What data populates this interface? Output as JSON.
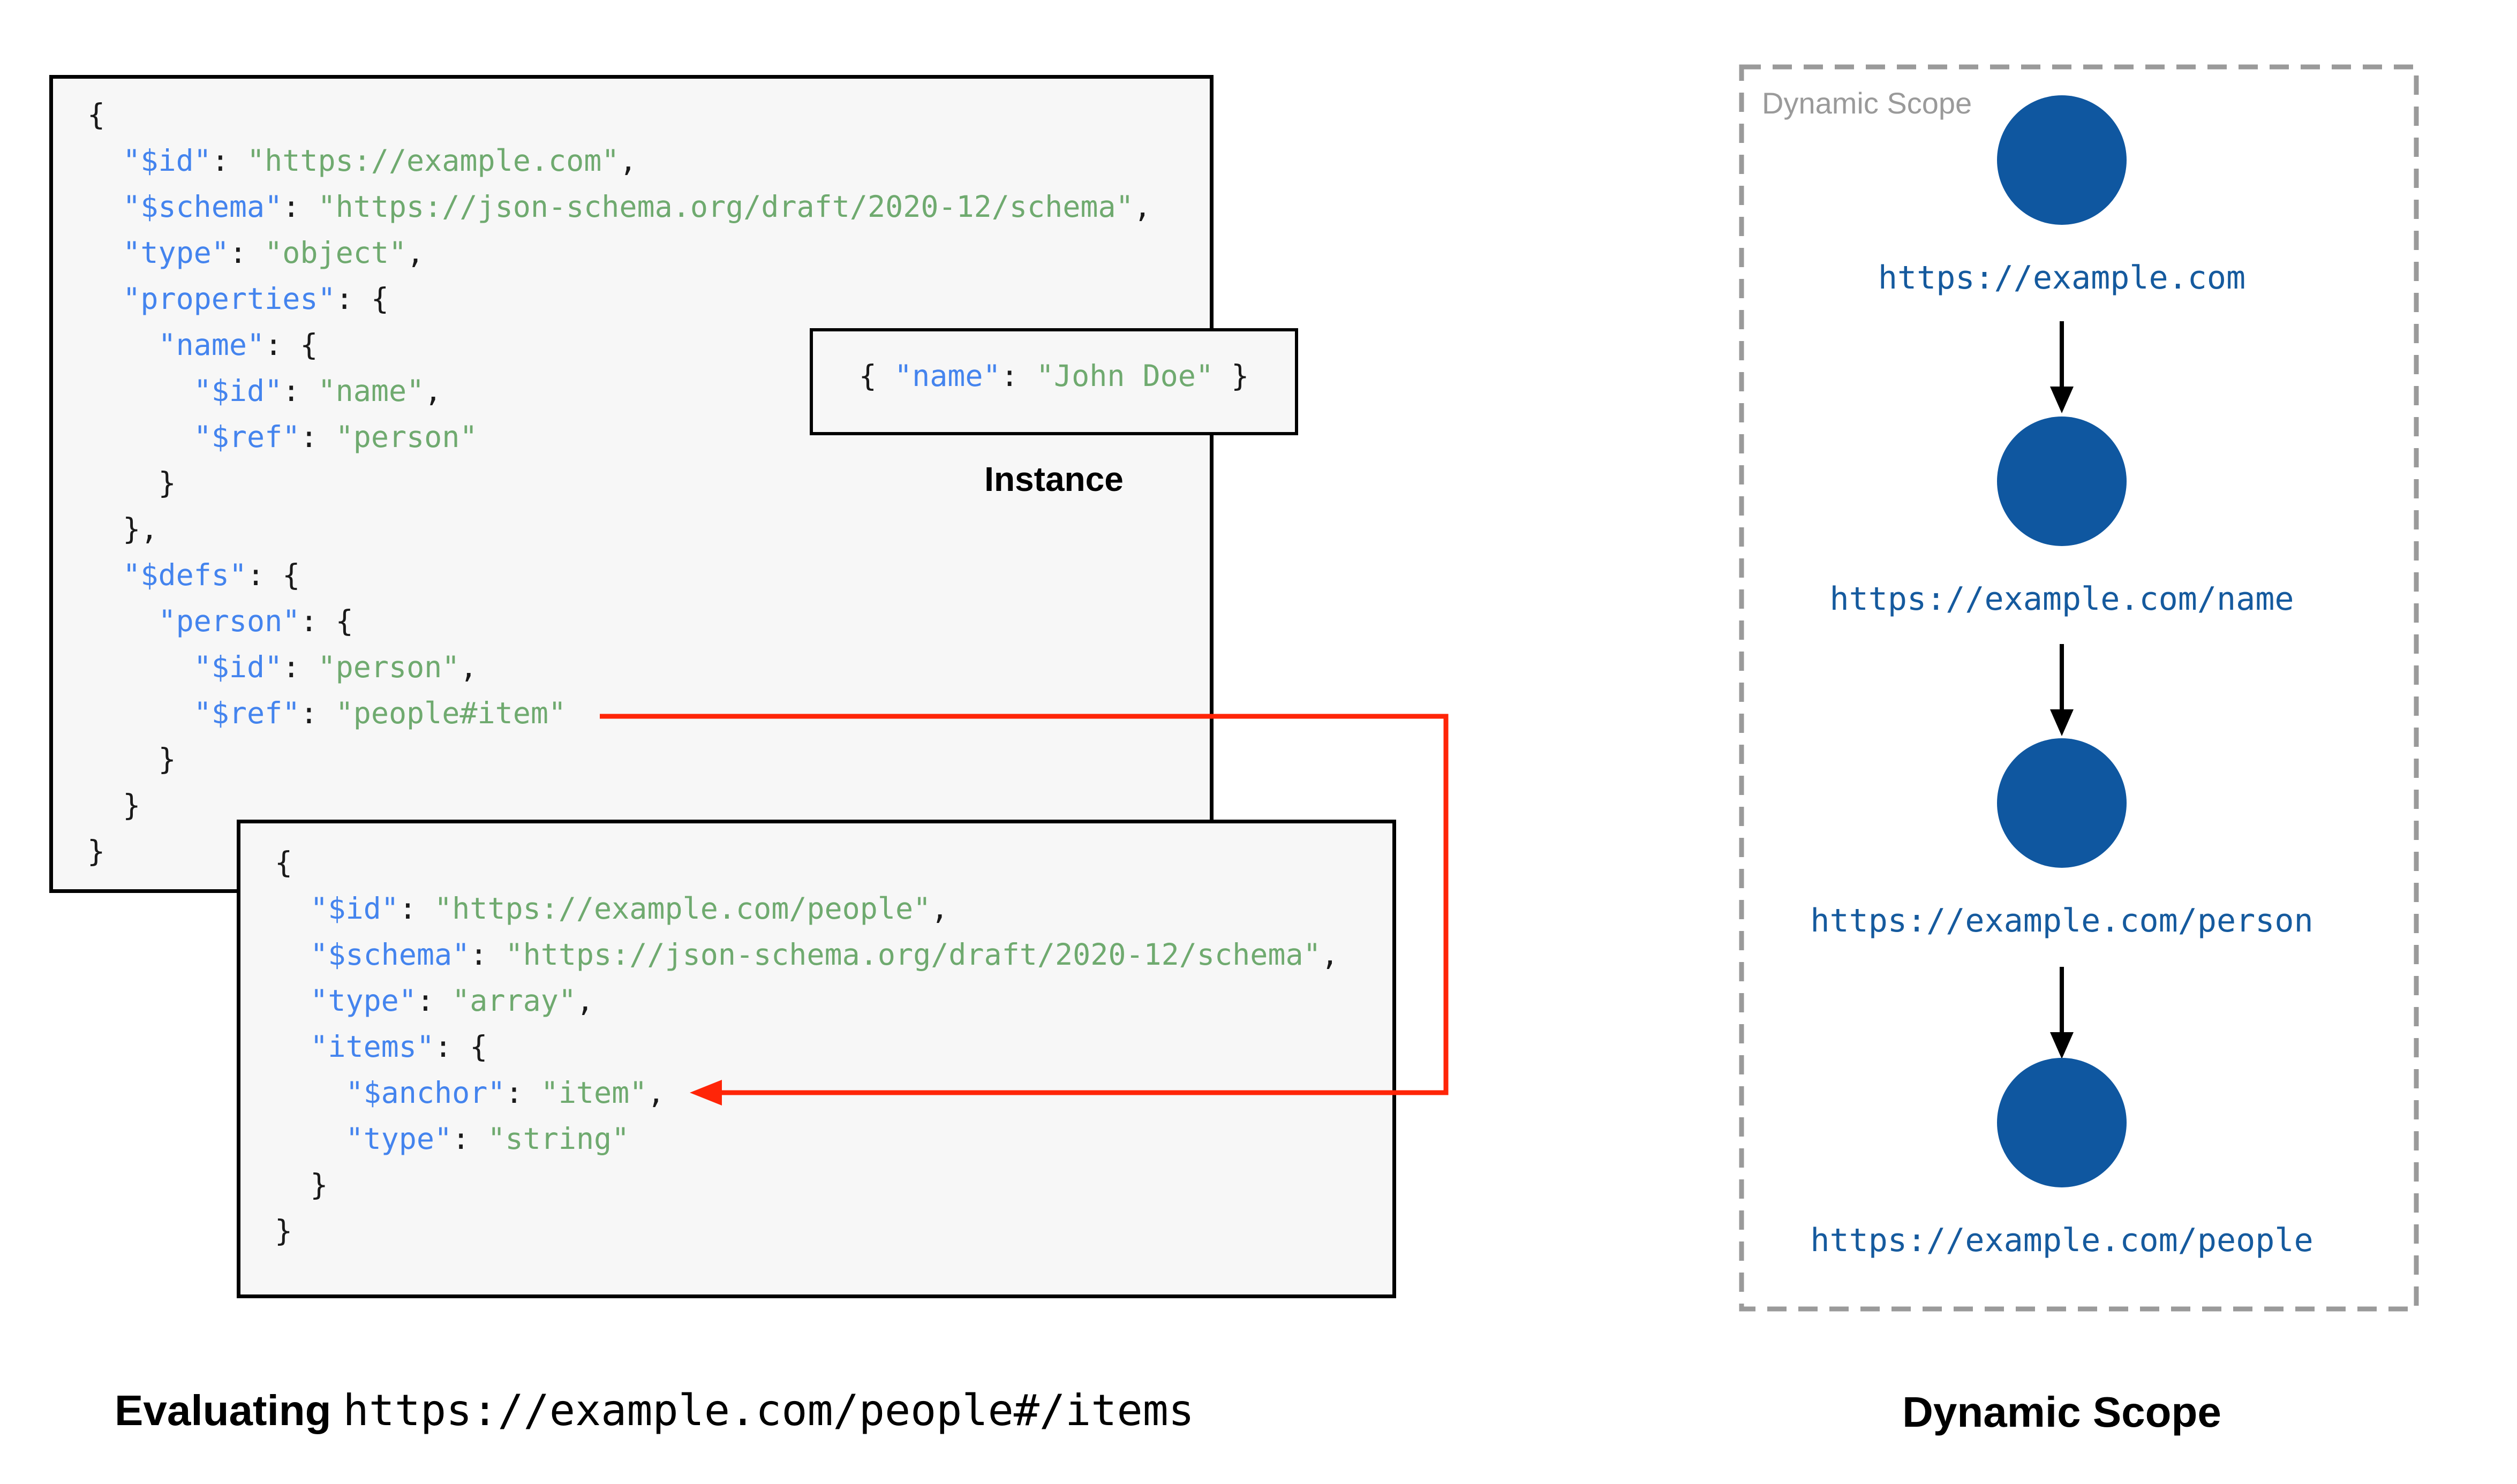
{
  "colors": {
    "key_blue": "#4484ee",
    "string_green": "#6faa6f",
    "punctuation_black": "#1a1a1a",
    "connector_red": "#ff2508",
    "node_circle_blue": "#0f57a0",
    "node_label_blue": "#155a9e",
    "panel_gray": "#9a9a9a",
    "box_background": "#f7f7f7"
  },
  "root_schema": {
    "lines": [
      [
        [
          "p",
          "{"
        ]
      ],
      [
        [
          "p",
          "  "
        ],
        [
          "k",
          "\"$id\""
        ],
        [
          "p",
          ": "
        ],
        [
          "s",
          "\"https://example.com\""
        ],
        [
          "p",
          ","
        ]
      ],
      [
        [
          "p",
          "  "
        ],
        [
          "k",
          "\"$schema\""
        ],
        [
          "p",
          ": "
        ],
        [
          "s",
          "\"https://json-schema.org/draft/2020-12/schema\""
        ],
        [
          "p",
          ","
        ]
      ],
      [
        [
          "p",
          "  "
        ],
        [
          "k",
          "\"type\""
        ],
        [
          "p",
          ": "
        ],
        [
          "s",
          "\"object\""
        ],
        [
          "p",
          ","
        ]
      ],
      [
        [
          "p",
          "  "
        ],
        [
          "k",
          "\"properties\""
        ],
        [
          "p",
          ": {"
        ]
      ],
      [
        [
          "p",
          "    "
        ],
        [
          "k",
          "\"name\""
        ],
        [
          "p",
          ": {"
        ]
      ],
      [
        [
          "p",
          "      "
        ],
        [
          "k",
          "\"$id\""
        ],
        [
          "p",
          ": "
        ],
        [
          "s",
          "\"name\""
        ],
        [
          "p",
          ","
        ]
      ],
      [
        [
          "p",
          "      "
        ],
        [
          "k",
          "\"$ref\""
        ],
        [
          "p",
          ": "
        ],
        [
          "s",
          "\"person\""
        ]
      ],
      [
        [
          "p",
          "    }"
        ]
      ],
      [
        [
          "p",
          "  },"
        ]
      ],
      [
        [
          "p",
          "  "
        ],
        [
          "k",
          "\"$defs\""
        ],
        [
          "p",
          ": {"
        ]
      ],
      [
        [
          "p",
          "    "
        ],
        [
          "k",
          "\"person\""
        ],
        [
          "p",
          ": {"
        ]
      ],
      [
        [
          "p",
          "      "
        ],
        [
          "k",
          "\"$id\""
        ],
        [
          "p",
          ": "
        ],
        [
          "s",
          "\"person\""
        ],
        [
          "p",
          ","
        ]
      ],
      [
        [
          "p",
          "      "
        ],
        [
          "k",
          "\"$ref\""
        ],
        [
          "p",
          ": "
        ],
        [
          "s",
          "\"people#item\""
        ]
      ],
      [
        [
          "p",
          "    }"
        ]
      ],
      [
        [
          "p",
          "  }"
        ]
      ],
      [
        [
          "p",
          "}"
        ]
      ]
    ]
  },
  "people_schema": {
    "lines": [
      [
        [
          "p",
          "{"
        ]
      ],
      [
        [
          "p",
          "  "
        ],
        [
          "k",
          "\"$id\""
        ],
        [
          "p",
          ": "
        ],
        [
          "s",
          "\"https://example.com/people\""
        ],
        [
          "p",
          ","
        ]
      ],
      [
        [
          "p",
          "  "
        ],
        [
          "k",
          "\"$schema\""
        ],
        [
          "p",
          ": "
        ],
        [
          "s",
          "\"https://json-schema.org/draft/2020-12/schema\""
        ],
        [
          "p",
          ","
        ]
      ],
      [
        [
          "p",
          "  "
        ],
        [
          "k",
          "\"type\""
        ],
        [
          "p",
          ": "
        ],
        [
          "s",
          "\"array\""
        ],
        [
          "p",
          ","
        ]
      ],
      [
        [
          "p",
          "  "
        ],
        [
          "k",
          "\"items\""
        ],
        [
          "p",
          ": {"
        ]
      ],
      [
        [
          "p",
          "    "
        ],
        [
          "k",
          "\"$anchor\""
        ],
        [
          "p",
          ": "
        ],
        [
          "s",
          "\"item\""
        ],
        [
          "p",
          ","
        ]
      ],
      [
        [
          "p",
          "    "
        ],
        [
          "k",
          "\"type\""
        ],
        [
          "p",
          ": "
        ],
        [
          "s",
          "\"string\""
        ]
      ],
      [
        [
          "p",
          "  }"
        ]
      ],
      [
        [
          "p",
          "}"
        ]
      ]
    ]
  },
  "instance": {
    "lines": [
      [
        [
          "p",
          "{ "
        ],
        [
          "k",
          "\"name\""
        ],
        [
          "p",
          ": "
        ],
        [
          "s",
          "\"John Doe\""
        ],
        [
          "p",
          " }"
        ]
      ]
    ],
    "caption": "Instance"
  },
  "dynamic_scope": {
    "panel_label": "Dynamic Scope",
    "caption": "Dynamic Scope",
    "nodes": [
      {
        "label": "https://example.com"
      },
      {
        "label": "https://example.com/name"
      },
      {
        "label": "https://example.com/person"
      },
      {
        "label": "https://example.com/people"
      }
    ]
  },
  "evaluating": {
    "prefix": "Evaluating",
    "uri": "https://example.com/people#/items"
  }
}
